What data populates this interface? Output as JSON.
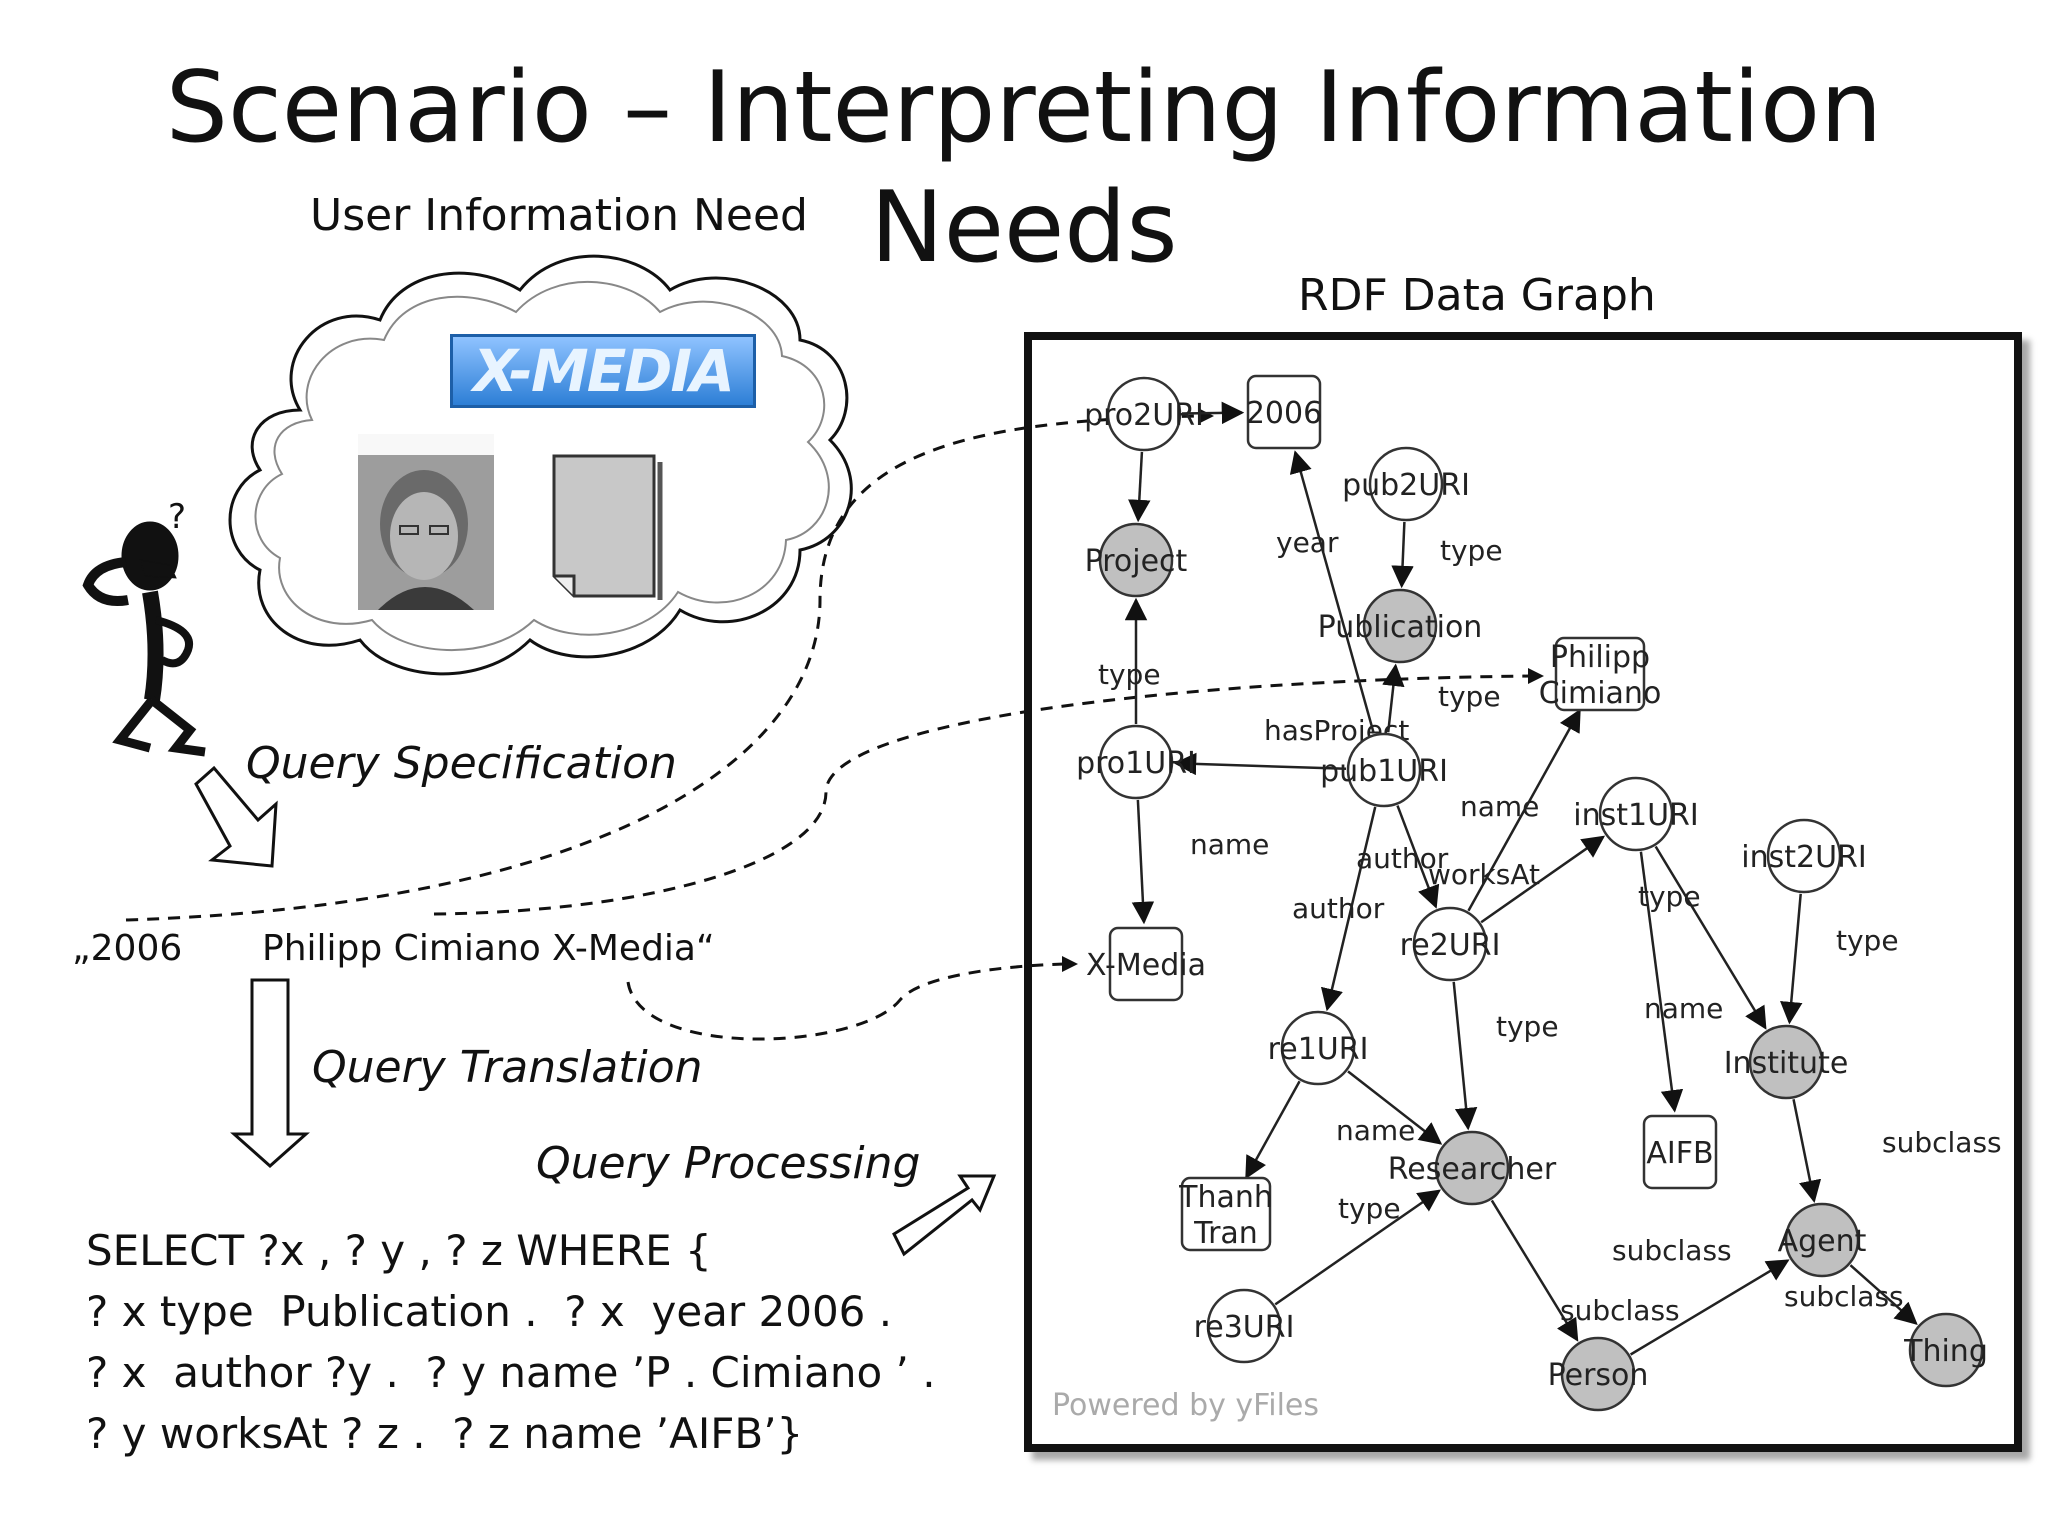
{
  "title": "Scenario – Interpreting Information Needs",
  "need_title": "User Information Need",
  "graph_title": "RDF Data Graph",
  "logo_text": "X-MEDIA",
  "steps": {
    "query_specification": "Query Specification",
    "query_translation": "Query Translation",
    "query_processing": "Query Processing"
  },
  "keywords": [
    "„2006",
    "Philipp Cimiano",
    "X-Media“"
  ],
  "sparql": [
    "SELECT ?x , ? y , ? z WHERE {",
    "? x type  Publication .  ? x  year 2006 .",
    "? x  author ?y .  ? y name ’P . Cimiano ’ .",
    "? y worksAt ? z .  ? z name ’AIFB’}"
  ],
  "graph": {
    "nodes": [
      {
        "id": "pro2URI",
        "label": "pro2URI",
        "type": "uri"
      },
      {
        "id": "2006",
        "label": "2006",
        "type": "literal"
      },
      {
        "id": "pub2URI",
        "label": "pub2URI",
        "type": "uri"
      },
      {
        "id": "Project",
        "label": "Project",
        "type": "class"
      },
      {
        "id": "Publication",
        "label": "Publication",
        "type": "class"
      },
      {
        "id": "PhilippCimiano",
        "label": "Philipp Cimiano",
        "lines": [
          "Philipp",
          "Cimiano"
        ],
        "type": "literal"
      },
      {
        "id": "pro1URI",
        "label": "pro1URI",
        "type": "uri"
      },
      {
        "id": "pub1URI",
        "label": "pub1URI",
        "type": "uri"
      },
      {
        "id": "inst1URI",
        "label": "inst1URI",
        "type": "uri"
      },
      {
        "id": "inst2URI",
        "label": "inst2URI",
        "type": "uri"
      },
      {
        "id": "XMedia",
        "label": "X-Media",
        "type": "literal"
      },
      {
        "id": "re2URI",
        "label": "re2URI",
        "type": "uri"
      },
      {
        "id": "re1URI",
        "label": "re1URI",
        "type": "uri"
      },
      {
        "id": "Institute",
        "label": "Institute",
        "type": "class"
      },
      {
        "id": "AIFB",
        "label": "AIFB",
        "type": "literal"
      },
      {
        "id": "Researcher",
        "label": "Researcher",
        "type": "class"
      },
      {
        "id": "ThanhTran",
        "label": "Thanh Tran",
        "lines": [
          "Thanh",
          "Tran"
        ],
        "type": "literal"
      },
      {
        "id": "Agent",
        "label": "Agent",
        "type": "class"
      },
      {
        "id": "re3URI",
        "label": "re3URI",
        "type": "uri"
      },
      {
        "id": "Person",
        "label": "Person",
        "type": "class"
      },
      {
        "id": "Thing",
        "label": "Thing",
        "type": "class"
      }
    ],
    "edges": [
      {
        "from": "pro2URI",
        "to": "Project",
        "label": ""
      },
      {
        "from": "pro2URI",
        "to": "2006",
        "label": ""
      },
      {
        "from": "pub2URI",
        "to": "Publication",
        "label": "type"
      },
      {
        "from": "pub1URI",
        "to": "2006",
        "label": "year"
      },
      {
        "from": "pro1URI",
        "to": "Project",
        "label": "type"
      },
      {
        "from": "pub1URI",
        "to": "pro1URI",
        "label": "hasProject"
      },
      {
        "from": "pub1URI",
        "to": "Publication",
        "label": "type"
      },
      {
        "from": "re2URI",
        "to": "PhilippCimiano",
        "label": "name"
      },
      {
        "from": "pro1URI",
        "to": "XMedia",
        "label": "name"
      },
      {
        "from": "pub1URI",
        "to": "re2URI",
        "label": "author"
      },
      {
        "from": "pub1URI",
        "to": "re1URI",
        "label": "author"
      },
      {
        "from": "re2URI",
        "to": "inst1URI",
        "label": "worksAt"
      },
      {
        "from": "inst1URI",
        "to": "Institute",
        "label": "type"
      },
      {
        "from": "inst1URI",
        "to": "AIFB",
        "label": "name"
      },
      {
        "from": "inst2URI",
        "to": "Institute",
        "label": "type"
      },
      {
        "from": "re2URI",
        "to": "Researcher",
        "label": "type"
      },
      {
        "from": "re1URI",
        "to": "Researcher",
        "label": ""
      },
      {
        "from": "re1URI",
        "to": "ThanhTran",
        "label": "name"
      },
      {
        "from": "re3URI",
        "to": "Researcher",
        "label": "type"
      },
      {
        "from": "Researcher",
        "to": "Person",
        "label": "subclass"
      },
      {
        "from": "Institute",
        "to": "Agent",
        "label": "subclass"
      },
      {
        "from": "Person",
        "to": "Agent",
        "label": "subclass"
      },
      {
        "from": "Agent",
        "to": "Thing",
        "label": "subclass"
      }
    ]
  },
  "powered_by": "Powered by yFiles",
  "colors": {
    "class_fill": "#c0c0c0",
    "uri_fill": "#ffffff",
    "stroke": "#333333"
  }
}
